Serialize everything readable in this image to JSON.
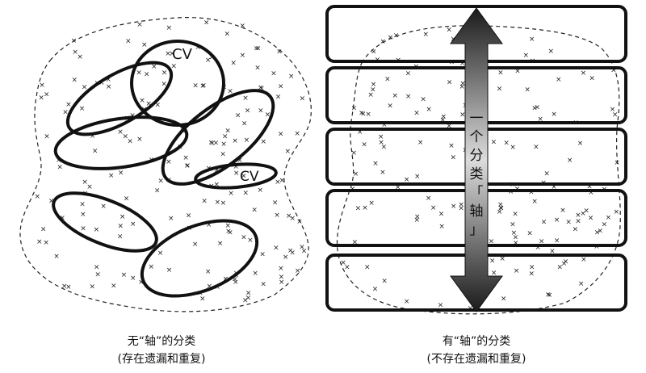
{
  "left_panel": {
    "cv_labels": [
      "CV",
      "CV"
    ],
    "caption_line1": "无“轴”的分类",
    "caption_line2": "(存在遗漏和重复)"
  },
  "right_panel": {
    "axis_label": [
      "一",
      "个",
      "分",
      "类",
      "「",
      "轴",
      "」"
    ],
    "caption_line1": "有“轴”的分类",
    "caption_line2": "(不存在遗漏和重复)"
  }
}
